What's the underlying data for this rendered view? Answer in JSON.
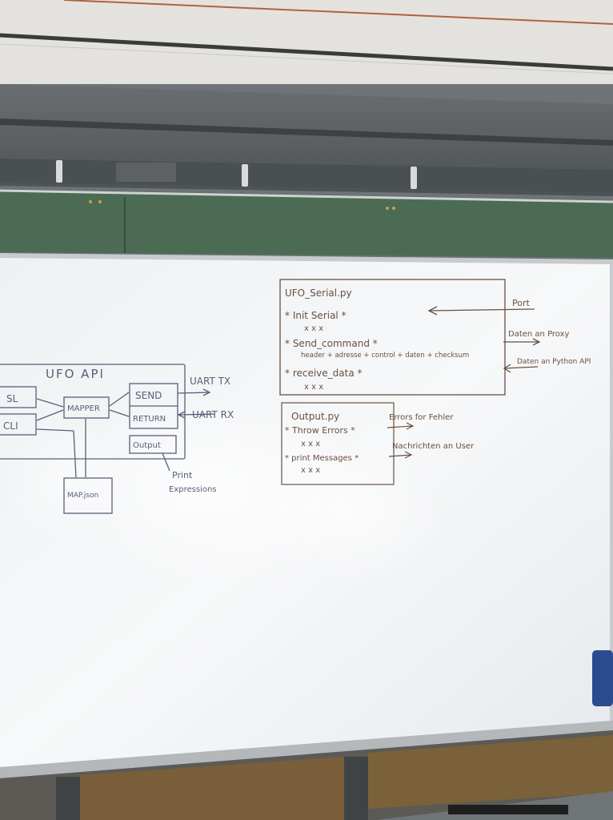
{
  "colors": {
    "ceiling": "#e3e2de",
    "wall_dark": "#55595c",
    "corkboard": "#4c6b55",
    "whiteboard": "#f2f4f6",
    "marker_blue": "#5b5e78",
    "marker_brown": "#6b4f3e",
    "eraser": "#2a4c8f"
  },
  "whiteboard": {
    "ufo_api": {
      "title": "UFO API",
      "blocks": {
        "sl": "SL",
        "cli": "CLI",
        "mapper": "MAPPER",
        "send": "SEND",
        "return": "RETURN",
        "output": "Output",
        "map_json": "MAP.json"
      },
      "labels": {
        "uart_tx": "UART TX",
        "uart_rx": "UART RX",
        "print": "Print",
        "expressions": "Expressions"
      }
    },
    "ufo_serial": {
      "title": "UFO_Serial.py",
      "init": "* Init Serial *",
      "init_sub": "x x x",
      "send": "* Send_command *",
      "send_sub": "header + adresse + control + daten + checksum",
      "receive": "* receive_data *",
      "receive_sub": "x x x",
      "port": "Port",
      "daten_proxy": "Daten an Proxy",
      "daten_python": "Daten an Python API"
    },
    "output_py": {
      "title": "Output.py",
      "throw": "* Throw Errors *",
      "throw_sub": "x x x",
      "print": "* print Messages *",
      "print_sub": "x x x",
      "errors": "Errors for Fehler",
      "nachrichten": "Nachrichten an User"
    }
  }
}
